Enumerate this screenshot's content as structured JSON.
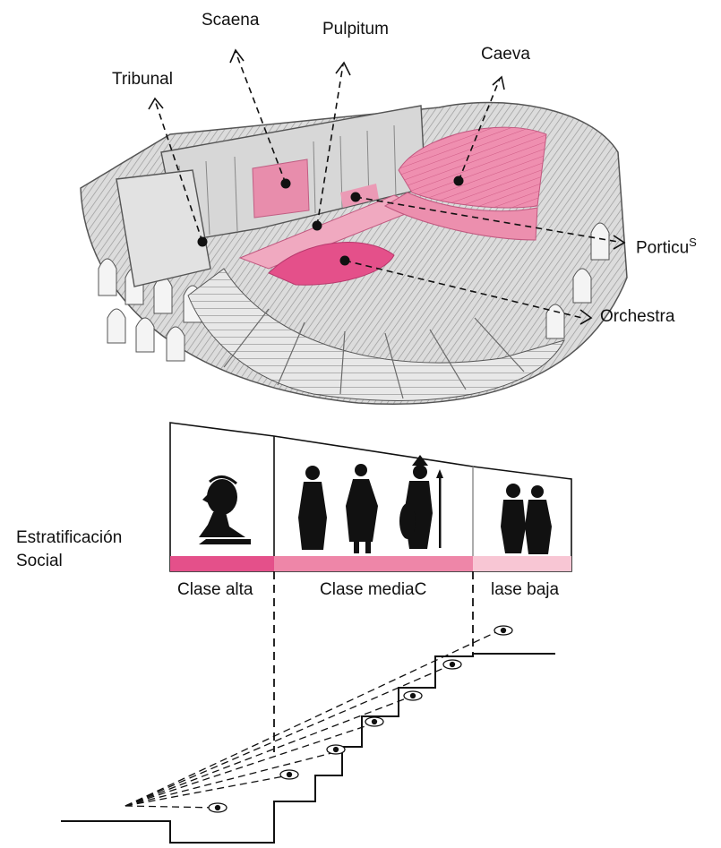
{
  "theater_labels": {
    "scaena": "Scaena",
    "pulpitum": "Pulpitum",
    "tribunal": "Tribunal",
    "caeva": "Caeva",
    "porticus": "Porticu",
    "porticus_sup": "S",
    "orchestra": "Orchestra"
  },
  "social": {
    "title_line1": "Estratificación",
    "title_line2": "Social",
    "classes": [
      "Clase alta",
      "Clase mediaC",
      "lase baja"
    ]
  },
  "colors": {
    "pink_dark": "#e4508a",
    "pink_mid": "#ee86a8",
    "pink_light": "#f8c6d4",
    "stone": "#c9c9c9",
    "ink": "#111111"
  }
}
